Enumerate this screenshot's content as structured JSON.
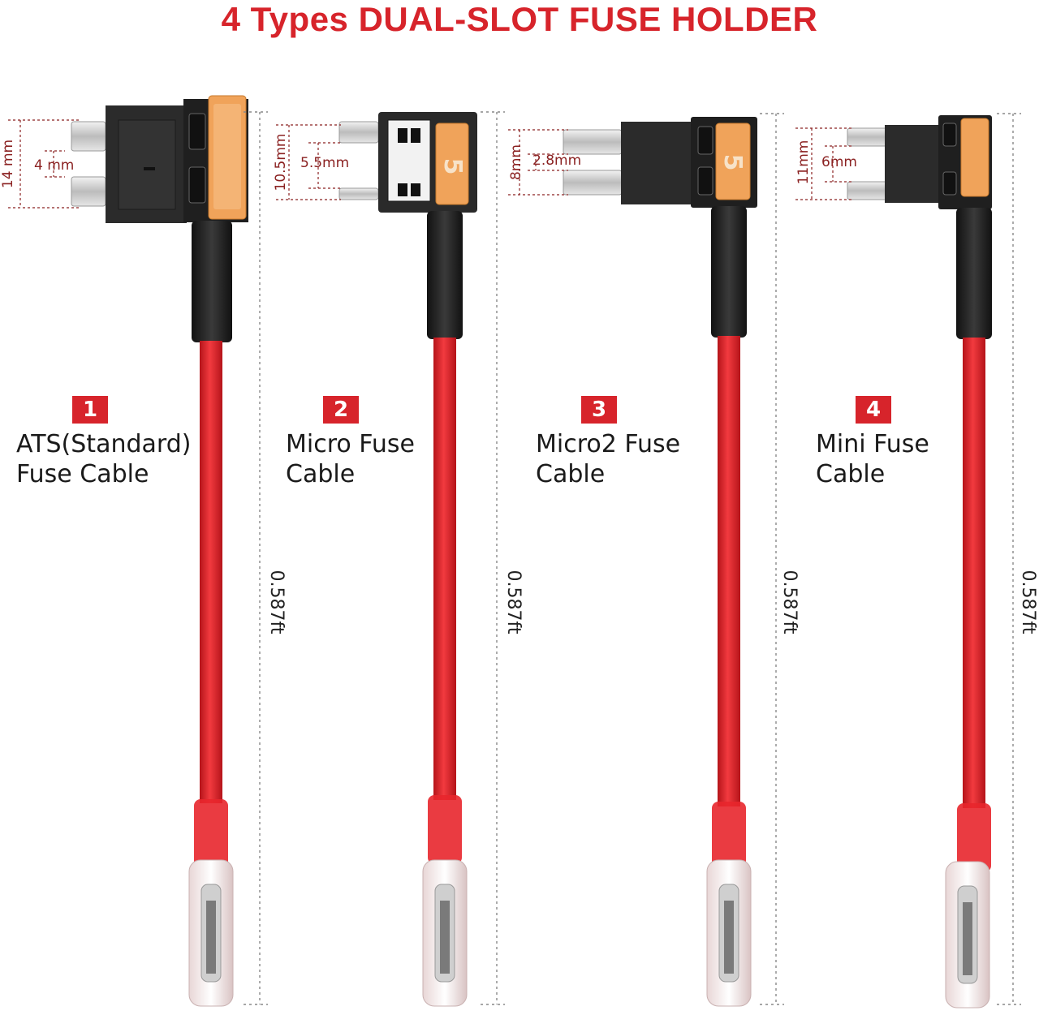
{
  "header": {
    "title": "4 Types DUAL-SLOT FUSE HOLDER"
  },
  "colors": {
    "accent": "#d7242b",
    "wire": "#e8262c",
    "housing": "#2a2a2a",
    "fuse": "#f0a35a",
    "dimension": "#8b2222"
  },
  "products": [
    {
      "number": "1",
      "name_line1": "ATS(Standard)",
      "name_line2": "Fuse Cable",
      "height_dim": "14 mm",
      "blade_dim": "4 mm",
      "length": "0.587ft"
    },
    {
      "number": "2",
      "name_line1": "Micro Fuse",
      "name_line2": "Cable",
      "height_dim": "10.5mm",
      "blade_dim": "5.5mm",
      "length": "0.587ft"
    },
    {
      "number": "3",
      "name_line1": "Micro2 Fuse",
      "name_line2": "Cable",
      "height_dim": "8mm",
      "blade_dim": "2.8mm",
      "length": "0.587ft"
    },
    {
      "number": "4",
      "name_line1": "Mini Fuse",
      "name_line2": "Cable",
      "height_dim": "11mm",
      "blade_dim": "6mm",
      "length": "0.587ft"
    }
  ],
  "fuse_marking": "5"
}
